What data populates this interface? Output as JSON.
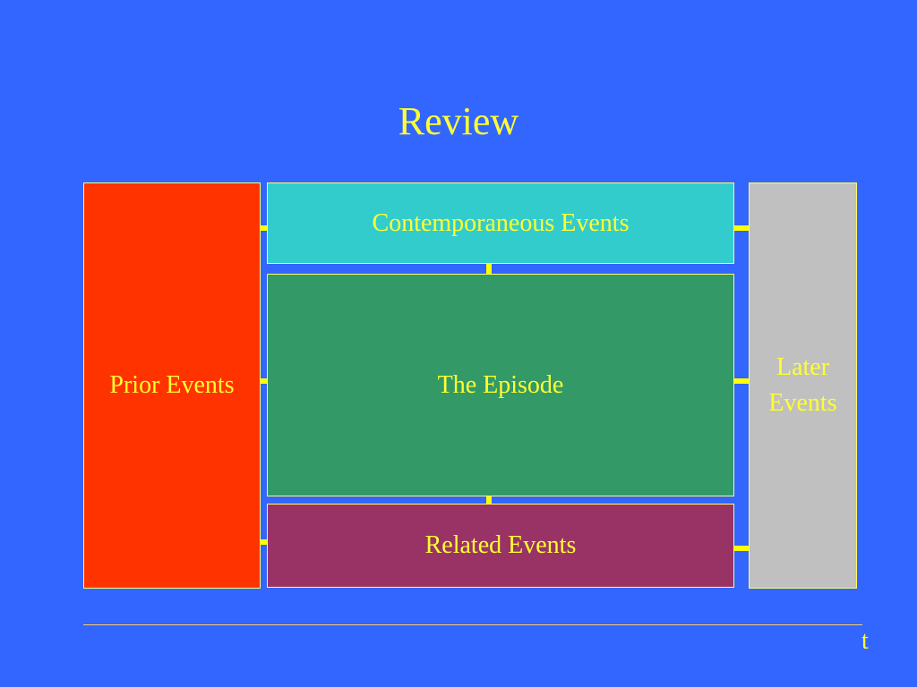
{
  "title": "Review",
  "boxes": {
    "prior": "Prior Events",
    "contemporaneous": "Contemporaneous Events",
    "episode": "The Episode",
    "related": "Related Events",
    "later_line1": "Later",
    "later_line2": "Events"
  },
  "axis_label": "t",
  "colors": {
    "background": "#3366ff",
    "text": "#ffff33",
    "prior": "#ff3300",
    "contemporaneous": "#33cccc",
    "episode": "#339966",
    "related": "#993366",
    "later": "#c0c0c0",
    "connector": "#ffff00"
  }
}
